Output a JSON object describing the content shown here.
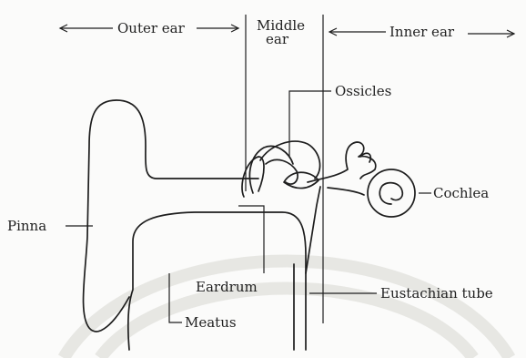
{
  "regions": {
    "outer": "Outer ear",
    "middle_line1": "Middle",
    "middle_line2": "ear",
    "inner": "Inner ear"
  },
  "labels": {
    "ossicles": "Ossicles",
    "cochlea": "Cochlea",
    "pinna": "Pinna",
    "eardrum": "Eardrum",
    "eustachian": "Eustachian tube",
    "meatus": "Meatus"
  }
}
